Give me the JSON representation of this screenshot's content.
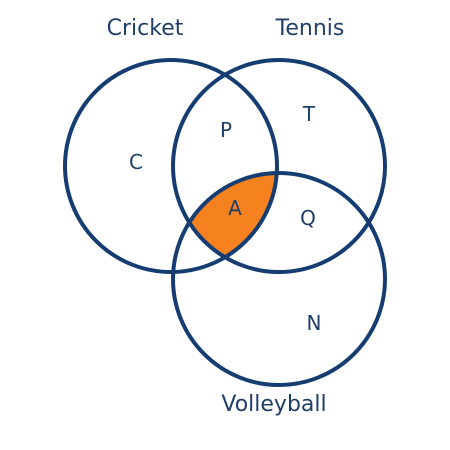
{
  "sets": [
    {
      "name": "Cricket"
    },
    {
      "name": "Tennis"
    },
    {
      "name": "Volleyball"
    }
  ],
  "regions": [
    {
      "label": "C",
      "sets": [
        "Cricket"
      ]
    },
    {
      "label": "P",
      "sets": [
        "Cricket",
        "Tennis"
      ]
    },
    {
      "label": "T",
      "sets": [
        "Tennis"
      ]
    },
    {
      "label": "A",
      "sets": [
        "Cricket",
        "Tennis",
        "Volleyball"
      ],
      "highlighted": true
    },
    {
      "label": "Q",
      "sets": [
        "Tennis",
        "Volleyball"
      ]
    },
    {
      "label": "N",
      "sets": [
        "Volleyball"
      ]
    }
  ],
  "colors": {
    "circle_stroke": "#163d72",
    "text": "#1f3f68",
    "highlight": "#f5821f",
    "background": "#ffffff"
  }
}
